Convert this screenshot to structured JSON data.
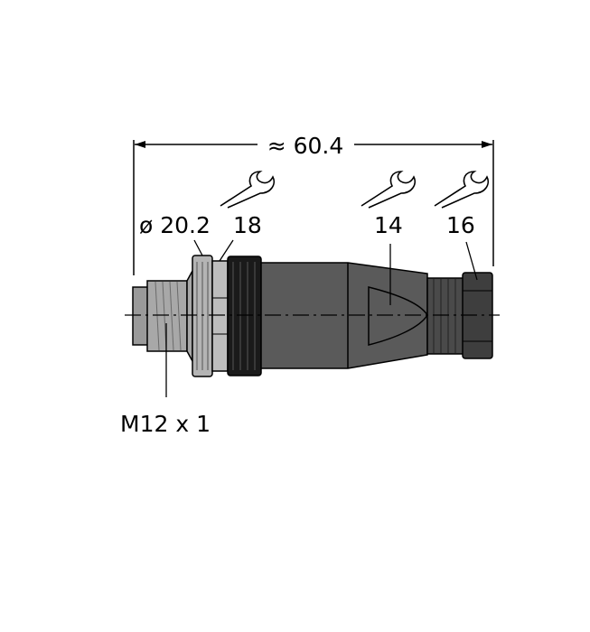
{
  "drawing": {
    "overall_length": "≈ 60.4",
    "collar_diameter": "ø 20.2",
    "wrench_size_coupling": "18",
    "wrench_size_body": "14",
    "wrench_size_cable_nut": "16",
    "thread": "M12 x 1"
  },
  "colors": {
    "body_dark": "#5a5a5a",
    "thread_light": "#a8a8a8",
    "knurl_black": "#1a1a1a",
    "line": "#000000"
  }
}
